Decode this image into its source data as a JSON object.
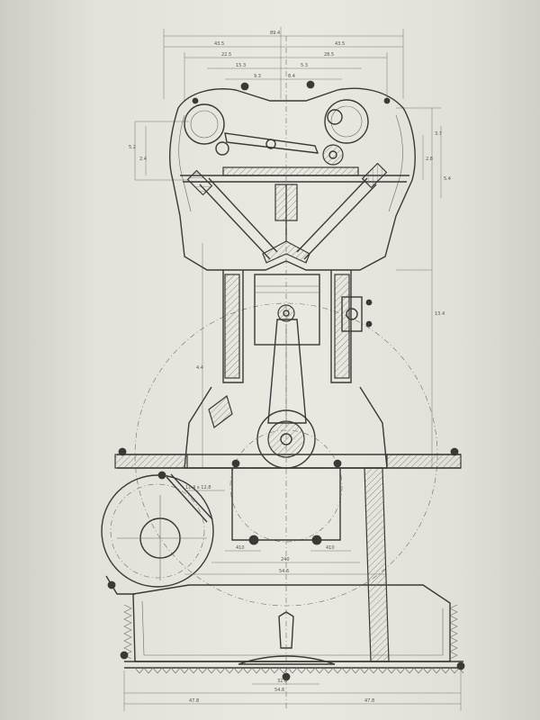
{
  "drawing": {
    "dimensions": {
      "top": [
        "89.4",
        "43.5",
        "43.5",
        "22.5",
        "28.5",
        "15.3",
        "5.3",
        "9.3",
        "8.4"
      ],
      "side_left": [
        "5.2",
        "2.4",
        "4.4"
      ],
      "side_right": [
        "3.7",
        "2.8",
        "13.4",
        "5.4"
      ],
      "mid": [
        "240",
        "54.6",
        "410",
        "410",
        "11.4 x 12.8"
      ],
      "bottom": [
        "54.6",
        "47.8",
        "47.8",
        "32.0"
      ]
    }
  }
}
